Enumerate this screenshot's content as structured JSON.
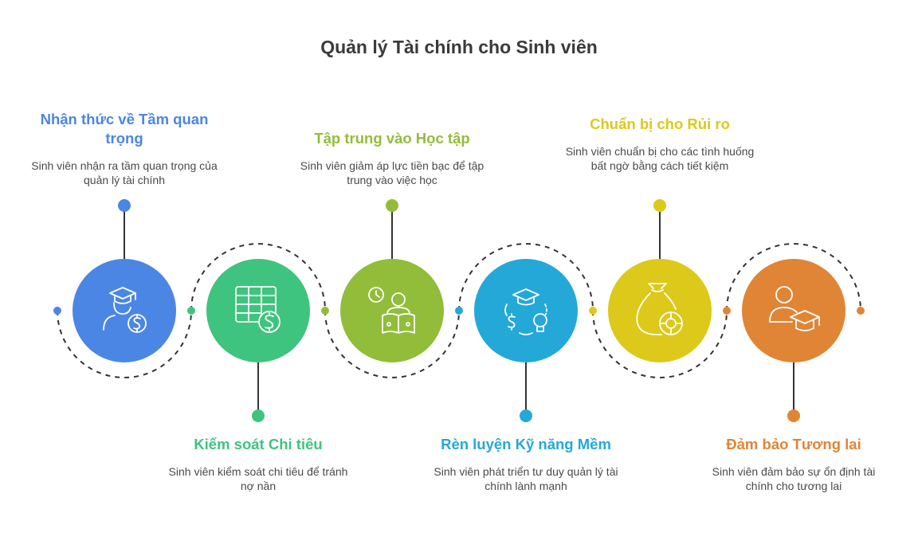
{
  "title": "Quản lý Tài chính cho Sinh viên",
  "steps": [
    {
      "heading": "Nhận thức về Tầm quan trọng",
      "description": "Sinh viên nhận ra tầm quan trọng của quản lý tài chính",
      "color": "#4b86e4",
      "icon": "graduate-dollar-icon"
    },
    {
      "heading": "Kiểm soát Chi tiêu",
      "description": "Sinh viên kiểm soát chi tiêu để tránh nợ nần",
      "color": "#3ec47e",
      "icon": "spreadsheet-dollar-icon"
    },
    {
      "heading": "Tập trung vào Học tập",
      "description": "Sinh viên giảm áp lực tiền bạc để tập trung vào việc học",
      "color": "#92bd3a",
      "icon": "reading-clock-icon"
    },
    {
      "heading": "Rèn luyện Kỹ năng Mềm",
      "description": "Sinh viên phát triển tư duy quản lý tài chính lành mạnh",
      "color": "#24a8d8",
      "icon": "cap-dollar-lightbulb-icon"
    },
    {
      "heading": "Chuẩn bị cho Rủi ro",
      "description": "Sinh viên chuẩn bị cho các tình huống bất ngờ bằng cách tiết kiệm",
      "color": "#dcc91a",
      "icon": "money-bag-lifebuoy-icon"
    },
    {
      "heading": "Đảm bảo Tương lai",
      "description": "Sinh viên đảm bảo sự ổn định tài chính cho tương lai",
      "color": "#e08535",
      "icon": "person-graduation-icon"
    }
  ]
}
